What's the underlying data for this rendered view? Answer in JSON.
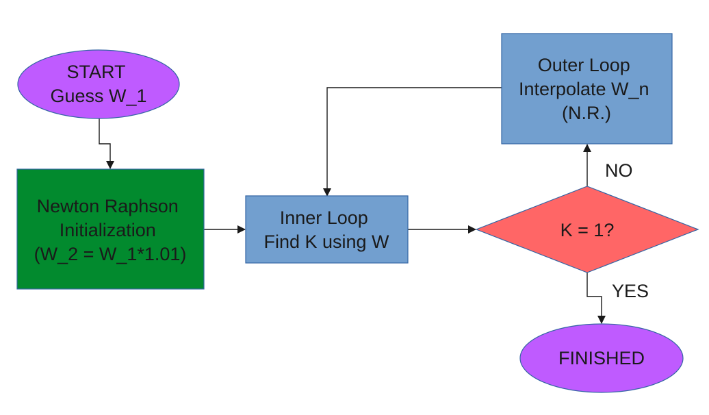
{
  "nodes": {
    "start": {
      "lines": [
        "START",
        "Guess W_1"
      ],
      "fill": "#bf5bff"
    },
    "init": {
      "lines": [
        "Newton Raphson",
        "Initialization",
        "(W_2 = W_1*1.01)"
      ],
      "fill": "#028a2e"
    },
    "inner": {
      "lines": [
        "Inner Loop",
        "Find K using W"
      ],
      "fill": "#729fcf"
    },
    "outer": {
      "lines": [
        "Outer Loop",
        "Interpolate W_n",
        "(N.R.)"
      ],
      "fill": "#729fcf"
    },
    "decision": {
      "lines": [
        "K = 1?"
      ],
      "fill": "#ff6666"
    },
    "finished": {
      "lines": [
        "FINISHED"
      ],
      "fill": "#bf5bff"
    }
  },
  "edges": {
    "no_label": "NO",
    "yes_label": "YES"
  },
  "colors": {
    "line": "#1a1a1a",
    "node_stroke": "#3465a4"
  }
}
